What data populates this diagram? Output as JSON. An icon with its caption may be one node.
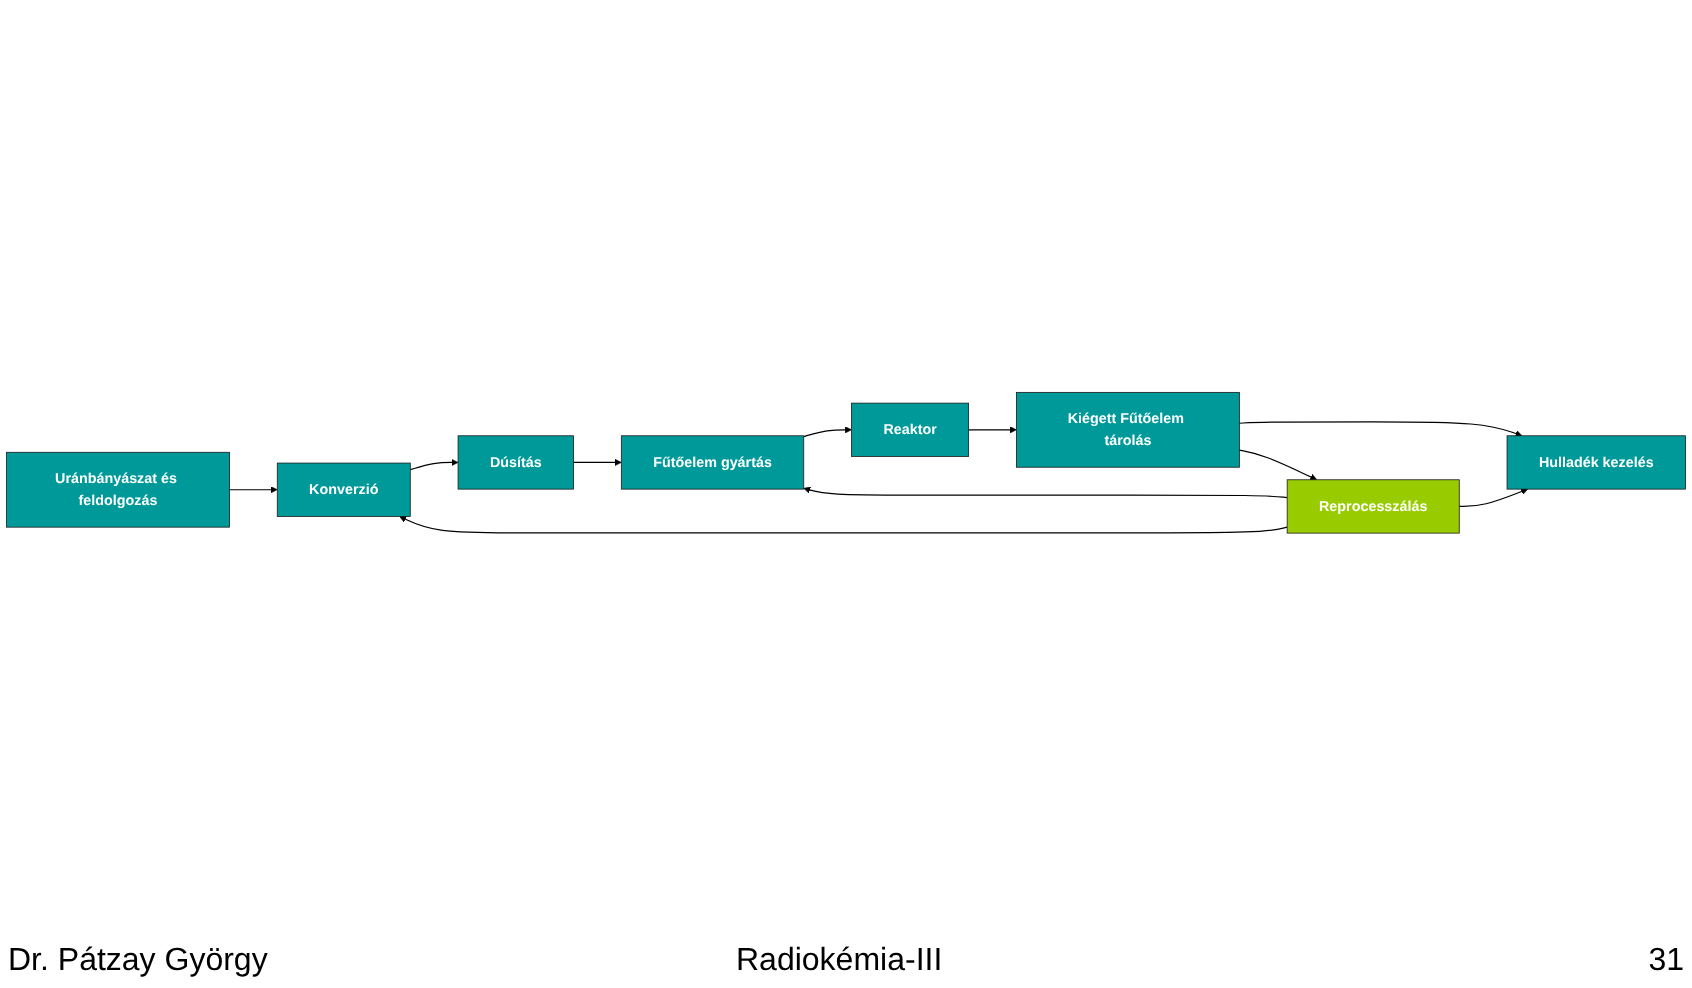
{
  "diagram": {
    "nodes": [
      {
        "text": [
          "Uránbányászat és feldolgozás"
        ]
      },
      {
        "text": [
          "Konverzió"
        ]
      },
      {
        "text": [
          "Dúsítás"
        ]
      },
      {
        "text": [
          "Reprocesszálás"
        ]
      },
      {
        "text": [
          "Fűtőelem gyártás"
        ]
      },
      {
        "text": [
          "Hulladék kezelés"
        ]
      },
      {
        "text": [
          "Kiégett Fűtőelem tárolás"
        ]
      },
      {
        "text": [
          "Reaktor"
        ]
      }
    ],
    "edges": [
      {
        "from": 0,
        "to": 1,
        "arrow": "to"
      },
      {
        "from": 1,
        "to": 2,
        "arrow": "to"
      },
      {
        "from": 2,
        "to": 4,
        "arrow": "to"
      },
      {
        "from": 4,
        "to": 7,
        "arrow": "to"
      },
      {
        "from": 7,
        "to": 6,
        "arrow": "to"
      },
      {
        "from": 6,
        "to": 5,
        "arrow": "to"
      },
      {
        "from": 6,
        "to": 3,
        "arrow": "to"
      },
      {
        "from": 3,
        "to": 1,
        "arrow": "to"
      },
      {
        "from": 3,
        "to": 4,
        "arrow": "to"
      },
      {
        "from": 3,
        "to": 5,
        "arrow": "to"
      }
    ],
    "labels": [
      "Dr. Pátzay György",
      "Radiokémia-III",
      "31"
    ]
  }
}
